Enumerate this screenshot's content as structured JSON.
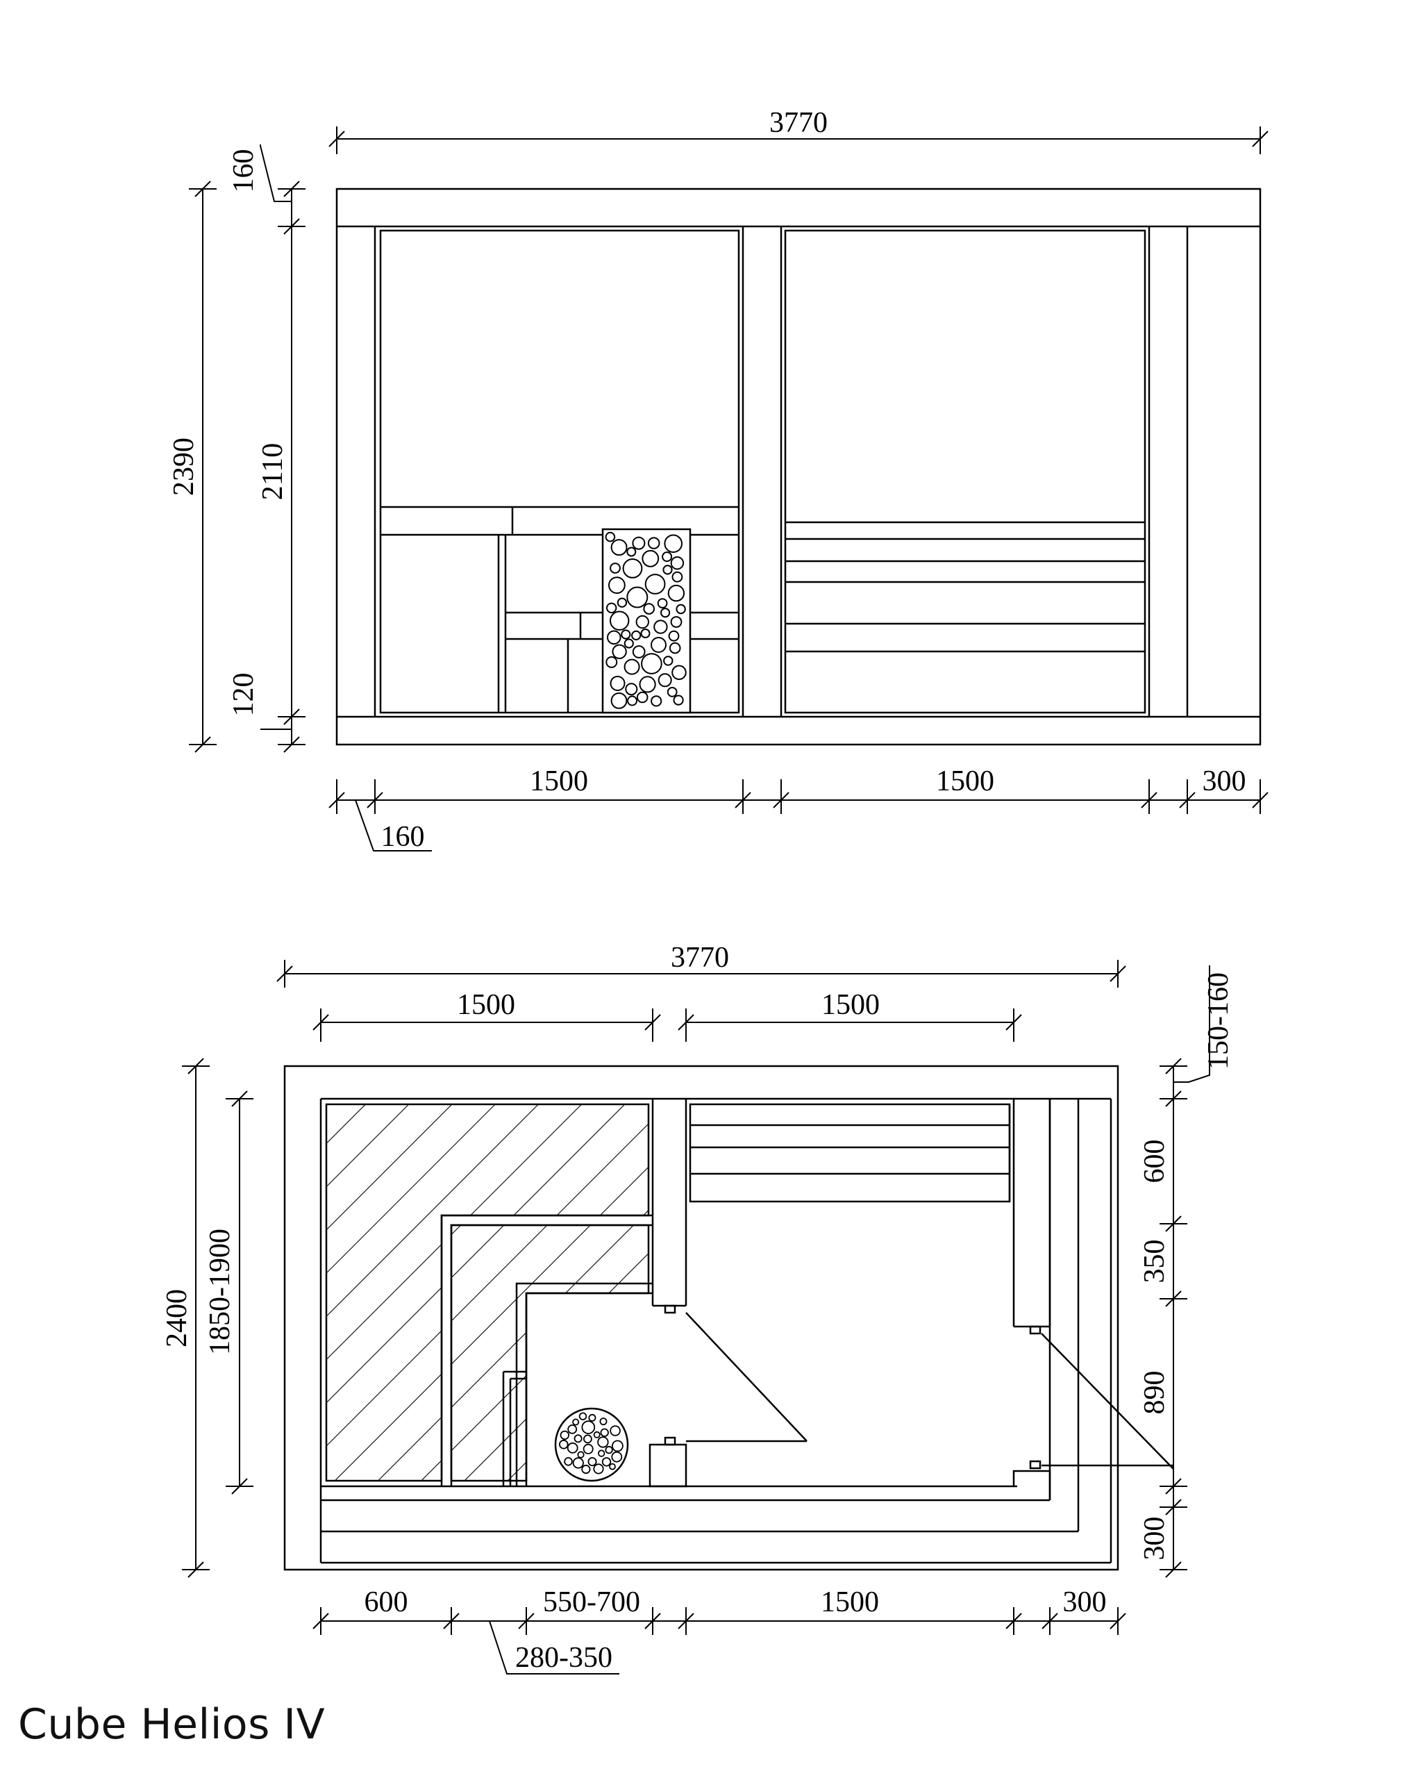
{
  "elevation": {
    "overall_width": "3770",
    "overall_height": "2390",
    "inner_height": "2110",
    "top_beam": "160",
    "bottom_beam": "120",
    "left_post": "160",
    "left_room_width": "1500",
    "right_room_width": "1500",
    "right_end_width": "300"
  },
  "plan": {
    "overall_width": "3770",
    "overall_depth": "2400",
    "inner_depth": "1850-1900",
    "left_room_width": "1500",
    "right_room_width": "1500",
    "wall_thickness": "150-160",
    "bench_depth": "600",
    "aisle": "350",
    "door_zone": "890",
    "front_strip": "300",
    "bottom_left": "600",
    "bottom_middle": "550-700",
    "bottom_right_room": "1500",
    "bottom_right_end": "300",
    "gap": "280-350"
  },
  "caption": "Cube Helios IV"
}
